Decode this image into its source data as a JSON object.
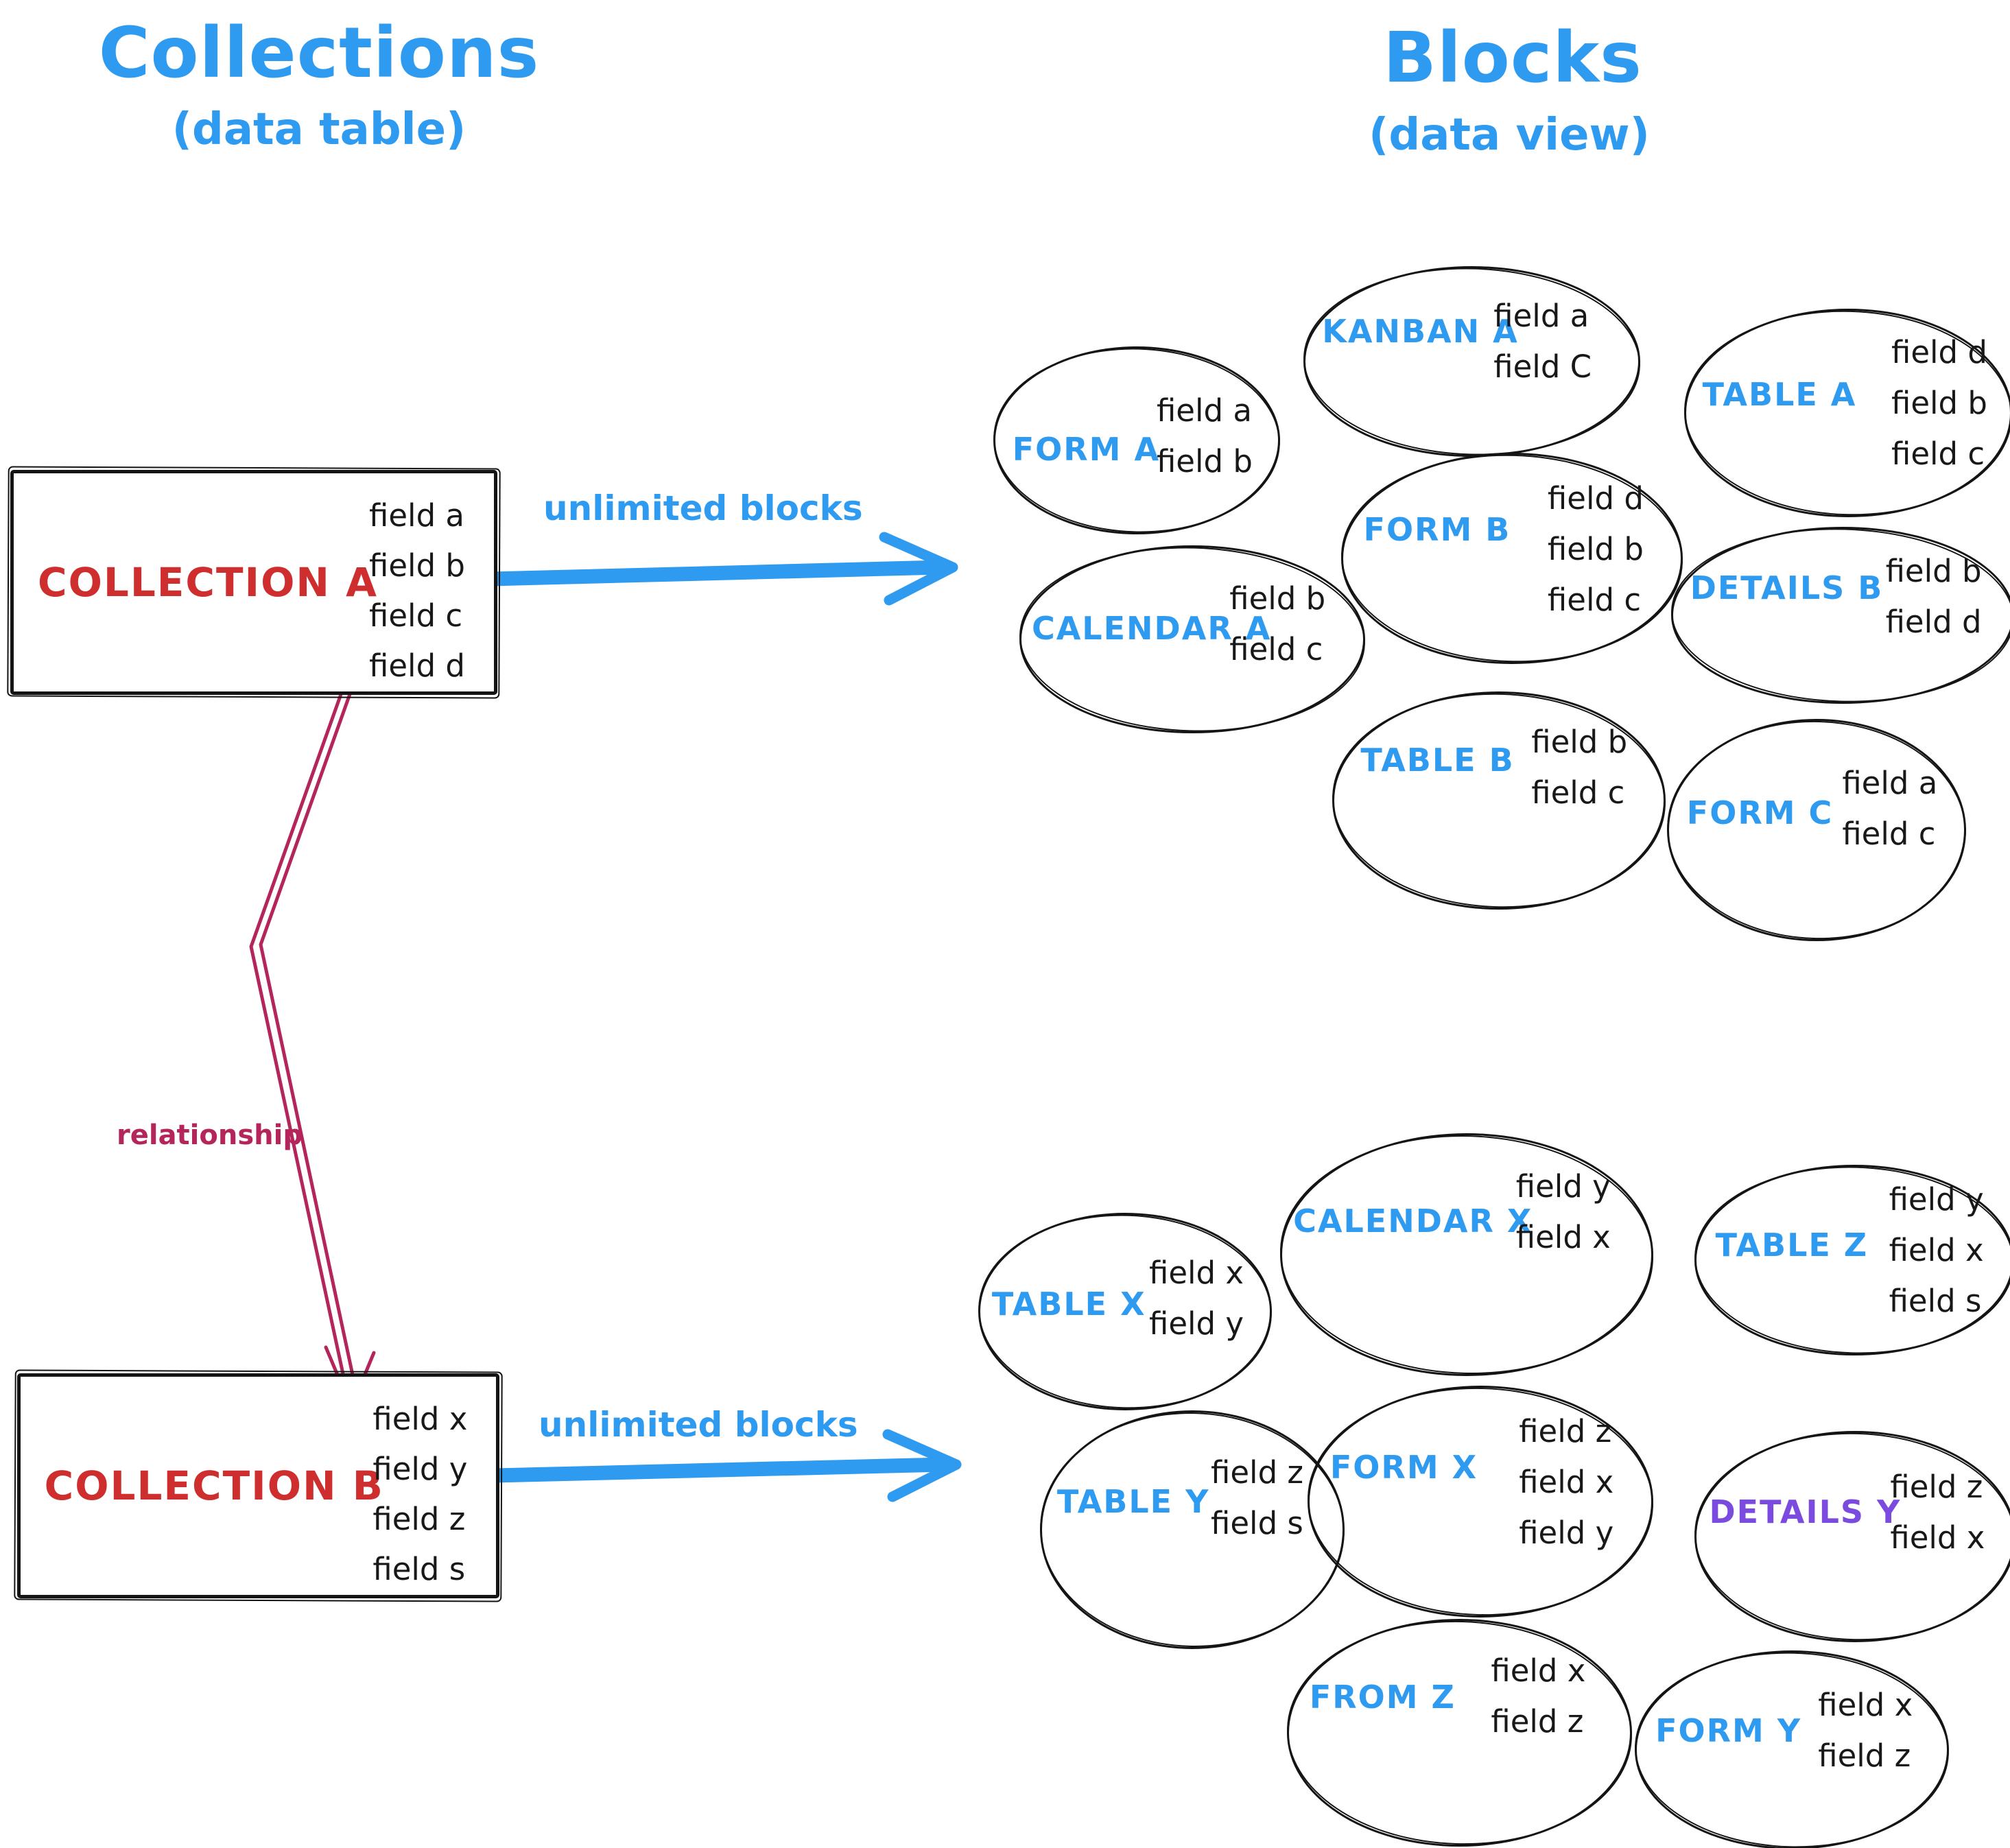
{
  "header": {
    "left": {
      "title": "Collections",
      "subtitle": "(data table)"
    },
    "right": {
      "title": "Blocks",
      "subtitle": "(data view)"
    }
  },
  "collections": [
    {
      "name": "COLLECTION A",
      "fields": [
        "field a",
        "field b",
        "field c",
        "field d"
      ]
    },
    {
      "name": "COLLECTION B",
      "fields": [
        "field x",
        "field y",
        "field z",
        "field s"
      ]
    }
  ],
  "arrows": {
    "top_label": "unlimited blocks",
    "bottom_label": "unlimited blocks",
    "relationship_label": "relationship"
  },
  "blocks": {
    "collection_a": [
      {
        "label": "FORM A",
        "fields": [
          "field a",
          "field b"
        ]
      },
      {
        "label": "KANBAN A",
        "fields": [
          "field a",
          "field C"
        ]
      },
      {
        "label": "TABLE A",
        "fields": [
          "field d",
          "field b",
          "field c"
        ]
      },
      {
        "label": "CALENDAR A",
        "fields": [
          "field b",
          "field c"
        ]
      },
      {
        "label": "FORM B",
        "fields": [
          "field d",
          "field b",
          "field c"
        ]
      },
      {
        "label": "DETAILS B",
        "fields": [
          "field b",
          "field d"
        ]
      },
      {
        "label": "TABLE B",
        "fields": [
          "field b",
          "field c"
        ]
      },
      {
        "label": "FORM C",
        "fields": [
          "field a",
          "field c"
        ]
      }
    ],
    "collection_b": [
      {
        "label": "TABLE X",
        "fields": [
          "field x",
          "field y"
        ]
      },
      {
        "label": "CALENDAR X",
        "fields": [
          "field y",
          "field x"
        ]
      },
      {
        "label": "TABLE Z",
        "fields": [
          "field y",
          "field x",
          "field s"
        ]
      },
      {
        "label": "TABLE Y",
        "fields": [
          "field z",
          "field s"
        ]
      },
      {
        "label": "FORM X",
        "fields": [
          "field z",
          "field x",
          "field y"
        ]
      },
      {
        "label": "DETAILS Y",
        "fields": [
          "field z",
          "field x"
        ]
      },
      {
        "label": "FROM Z",
        "fields": [
          "field x",
          "field z"
        ]
      },
      {
        "label": "FORM Y",
        "fields": [
          "field x",
          "field z"
        ]
      }
    ]
  },
  "colors": {
    "blue": "#2e9bf0",
    "red": "#cf2e2e",
    "crimson": "#b3255b",
    "purple": "#7b4be0",
    "ink": "#181818"
  }
}
